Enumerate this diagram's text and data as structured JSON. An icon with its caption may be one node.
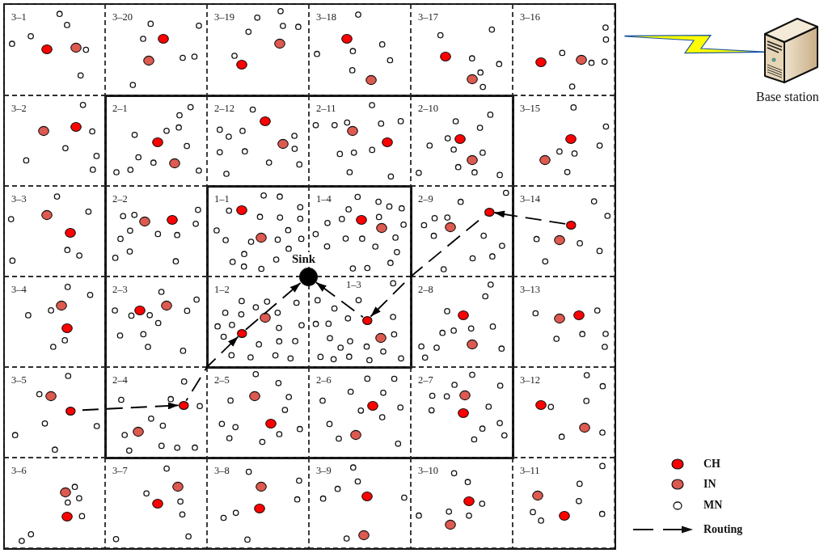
{
  "diagram": {
    "nodes": [
      {
        "text": [],
        "shape": "box"
      },
      {
        "text": [],
        "shape": "box",
        "in": 0
      },
      {
        "text": [],
        "shape": "box",
        "in": 1
      },
      {
        "text": [
          "3–1"
        ],
        "in": 0
      },
      {
        "text": [
          "3–20"
        ],
        "in": 0
      },
      {
        "text": [
          "3–19"
        ],
        "in": 0
      },
      {
        "text": [
          "3–18"
        ],
        "in": 0
      },
      {
        "text": [
          "3–17"
        ],
        "in": 0
      },
      {
        "text": [
          "3–16"
        ],
        "in": 0
      },
      {
        "text": [
          "3–2"
        ],
        "in": 0
      },
      {
        "text": [
          "2–1"
        ],
        "in": 1
      },
      {
        "text": [
          "2–12"
        ],
        "in": 1
      },
      {
        "text": [
          "2–11"
        ],
        "in": 1
      },
      {
        "text": [
          "2–10"
        ],
        "in": 1
      },
      {
        "text": [
          "3–15"
        ],
        "in": 0
      },
      {
        "text": [
          "3–3"
        ],
        "in": 0
      },
      {
        "text": [
          "2–2"
        ],
        "in": 1
      },
      {
        "text": [
          "1–1"
        ],
        "in": 2
      },
      {
        "text": [
          "1–4"
        ],
        "in": 2
      },
      {
        "text": [
          "2–9"
        ],
        "in": 1
      },
      {
        "text": [
          "3–14"
        ],
        "in": 0
      },
      {
        "text": [
          "3–4"
        ],
        "in": 0
      },
      {
        "text": [
          "2–3"
        ],
        "in": 1
      },
      {
        "text": [
          "1–2"
        ],
        "in": 2
      },
      {
        "text": [
          "1–3"
        ],
        "in": 2
      },
      {
        "text": [
          "2–8"
        ],
        "in": 1
      },
      {
        "text": [
          "3–13"
        ],
        "in": 0
      },
      {
        "text": [
          "3–5"
        ],
        "in": 0
      },
      {
        "text": [
          "2–4"
        ],
        "in": 1
      },
      {
        "text": [
          "2–5"
        ],
        "in": 1
      },
      {
        "text": [
          "2–6"
        ],
        "in": 1
      },
      {
        "text": [
          "2–7"
        ],
        "in": 1
      },
      {
        "text": [
          "3–12"
        ],
        "in": 0
      },
      {
        "text": [
          "3–6"
        ],
        "in": 0
      },
      {
        "text": [
          "3–7"
        ],
        "in": 0
      },
      {
        "text": [
          "3–8"
        ],
        "in": 0
      },
      {
        "text": [
          "3–9"
        ],
        "in": 0
      },
      {
        "text": [
          "3–10"
        ],
        "in": 0
      },
      {
        "text": [
          "3–11"
        ],
        "in": 0
      },
      {
        "text": [],
        "shape": "circle",
        "beside": [
          "Sink"
        ],
        "in": 2
      },
      {
        "text": [],
        "shape": "circle",
        "in": 27
      },
      {
        "text": [],
        "shape": "circle",
        "in": 28
      },
      {
        "text": [],
        "shape": "circle",
        "in": 23
      },
      {
        "text": [],
        "shape": "circle",
        "in": 20
      },
      {
        "text": [],
        "shape": "circle",
        "in": 19
      },
      {
        "text": [],
        "shape": "circle",
        "in": 24
      }
    ],
    "edges": [
      {
        "from": 40,
        "to": 41,
        "arrow": "to",
        "style": "dashed"
      },
      {
        "from": 41,
        "to": 42,
        "arrow": "to",
        "style": "dashed"
      },
      {
        "from": 42,
        "to": 39,
        "arrow": "to",
        "style": "dashed"
      },
      {
        "from": 43,
        "to": 44,
        "arrow": "to",
        "style": "dashed"
      },
      {
        "from": 44,
        "to": 45,
        "arrow": "to",
        "style": "dashed"
      },
      {
        "from": 45,
        "to": 39,
        "arrow": "to",
        "style": "dashed"
      }
    ],
    "labels": [
      "Base station"
    ],
    "legend": [
      {
        "text": "CH",
        "color": "#ff0000"
      },
      {
        "text": "IN",
        "color": "#dd5a50"
      },
      {
        "text": "MN"
      },
      {
        "text": "Routing"
      }
    ]
  }
}
